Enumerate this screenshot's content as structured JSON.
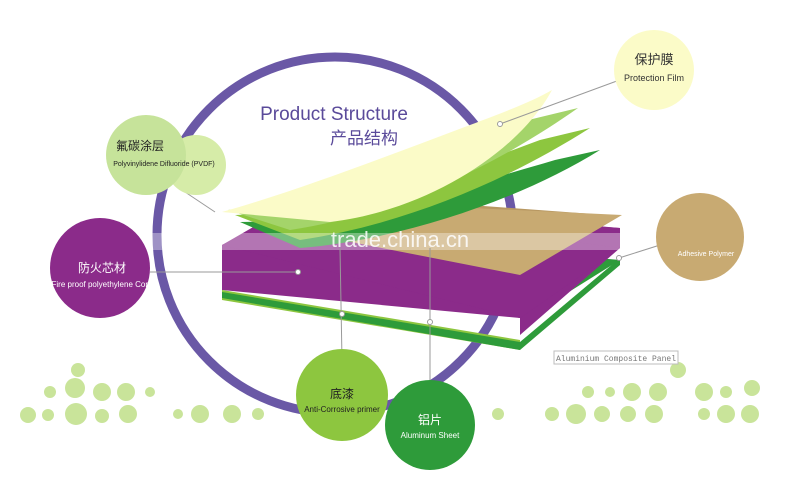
{
  "title": {
    "en": "Product Structure",
    "cn": "产品结构"
  },
  "layers": [
    {
      "id": "protection",
      "cn": "保护膜",
      "en": "Protection Film",
      "color": "#fbfbc8"
    },
    {
      "id": "pvdf",
      "cn": "氟碳涂层",
      "en": "Polyvinylidene Difluoride (PVDF)",
      "color": "#a4d46a"
    },
    {
      "id": "adhesive",
      "cn": "",
      "en": "Adhesive Polymer",
      "color": "#c8aa72"
    },
    {
      "id": "core",
      "cn": "防火芯材",
      "en": "Fire proof polyethylene Core",
      "color": "#8b2b8a"
    },
    {
      "id": "primer",
      "cn": "底漆",
      "en": "Anti-Corrosive primer",
      "color": "#8dc63f"
    },
    {
      "id": "aluminum",
      "cn": "铝片",
      "en": "Aluminum Sheet",
      "color": "#2e9b3a"
    }
  ],
  "panel_caption": "Aluminium Composite Panel",
  "watermark": "trade.china.cn",
  "colors": {
    "ring": "#6a58a6",
    "title": "#5a4a9a",
    "green_dark": "#2e9b3a",
    "purple": "#8b2b8a"
  }
}
